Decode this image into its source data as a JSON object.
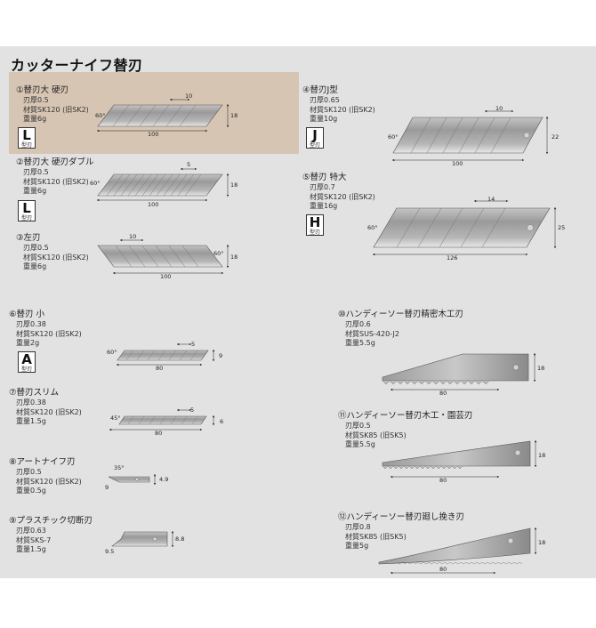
{
  "page_title": "カッターナイフ替刃",
  "badge_sub": "型刃",
  "items": [
    {
      "name": "①替刃大 硬刃",
      "specs": [
        "刃厚0.5",
        "材質SK120 (旧SK2)",
        "重量6g"
      ],
      "badge": "L",
      "dims": {
        "segment": "10",
        "length": "100",
        "height": "18",
        "angle": "60°"
      }
    },
    {
      "name": "②替刃大 硬刃ダブル",
      "specs": [
        "刃厚0.5",
        "材質SK120 (旧SK2)",
        "重量6g"
      ],
      "badge": "L",
      "dims": {
        "segment": "5",
        "length": "100",
        "height": "18",
        "angle": "60°"
      }
    },
    {
      "name": "③左刃",
      "specs": [
        "刃厚0.5",
        "材質SK120 (旧SK2)",
        "重量6g"
      ],
      "badge": "",
      "dims": {
        "segment": "10",
        "length": "100",
        "height": "18",
        "angle": "60°"
      }
    },
    {
      "name": "④替刃J型",
      "specs": [
        "刃厚0.65",
        "材質SK120 (旧SK2)",
        "重量10g"
      ],
      "badge": "J",
      "dims": {
        "segment": "10",
        "length": "100",
        "height": "22",
        "angle": "60°"
      }
    },
    {
      "name": "⑤替刃 特大",
      "specs": [
        "刃厚0.7",
        "材質SK120 (旧SK2)",
        "重量16g"
      ],
      "badge": "H",
      "dims": {
        "segment": "14",
        "length": "126",
        "height": "25",
        "angle": "60°"
      }
    },
    {
      "name": "⑥替刃 小",
      "specs": [
        "刃厚0.38",
        "材質SK120 (旧SK2)",
        "重量2g"
      ],
      "badge": "A",
      "dims": {
        "segment": "5",
        "length": "80",
        "height": "9",
        "angle": "60°"
      }
    },
    {
      "name": "⑦替刃スリム",
      "specs": [
        "刃厚0.38",
        "材質SK120 (旧SK2)",
        "重量1.5g"
      ],
      "badge": "",
      "dims": {
        "segment": "5",
        "length": "80",
        "height": "6",
        "angle": "45°"
      }
    },
    {
      "name": "⑧アートナイフ刃",
      "specs": [
        "刃厚0.5",
        "材質SK120 (旧SK2)",
        "重量0.5g"
      ],
      "badge": "",
      "dims": {
        "height": "4.9",
        "angle": "35°",
        "tip": "9"
      }
    },
    {
      "name": "⑨プラスチック切断刃",
      "specs": [
        "刃厚0.63",
        "材質SKS-7",
        "重量1.5g"
      ],
      "badge": "",
      "dims": {
        "height": "8.8",
        "tip": "9.5"
      }
    },
    {
      "name": "⑩ハンディーソー替刃精密木工刃",
      "specs": [
        "刃厚0.6",
        "材質SUS-420-J2",
        "重量5.5g"
      ],
      "badge": "",
      "dims": {
        "length": "80",
        "height": "18"
      }
    },
    {
      "name": "⑪ハンディーソー替刃木工・園芸刃",
      "specs": [
        "刃厚0.5",
        "材質SK85 (旧SK5)",
        "重量5.5g"
      ],
      "badge": "",
      "dims": {
        "length": "80",
        "height": "18"
      }
    },
    {
      "name": "⑫ハンディーソー替刃廻し挽き刃",
      "specs": [
        "刃厚0.8",
        "材質SK85 (旧SK5)",
        "重量5g"
      ],
      "badge": "",
      "dims": {
        "length": "80",
        "height": "18"
      }
    }
  ],
  "colors": {
    "background": "#e2e2e2",
    "highlight": "#d6c5b3",
    "blade_light": "#d8d8d8",
    "blade_dark": "#8e8e8e",
    "line": "#222222"
  }
}
